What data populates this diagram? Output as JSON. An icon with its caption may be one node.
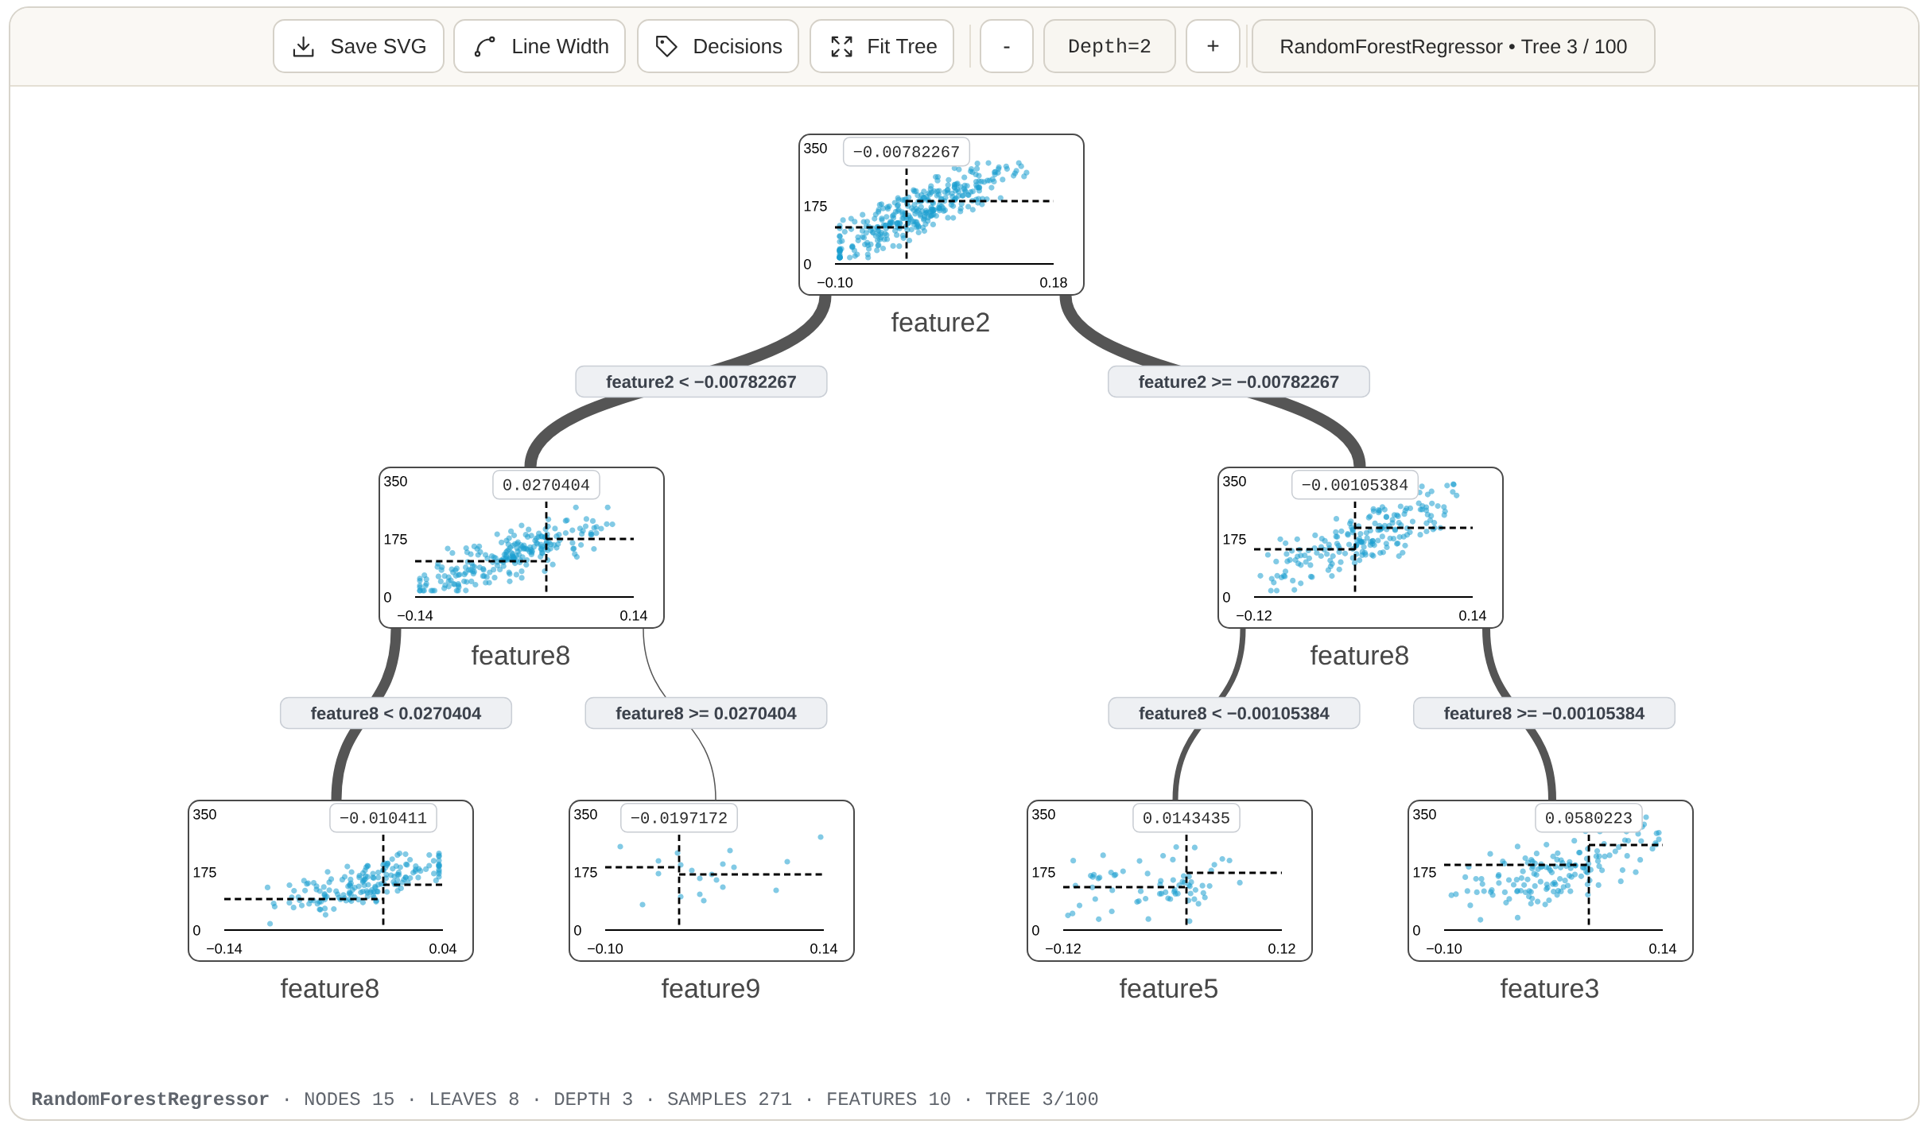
{
  "diagram": {
    "nodes": [
      {
        "text": [
          "350",
          "−0.00782267",
          "175",
          "0",
          "−0.10",
          "0.18",
          "feature2"
        ]
      },
      {
        "text": [
          "350",
          "0.0270404",
          "175",
          "0",
          "−0.14",
          "0.14",
          "feature8"
        ]
      },
      {
        "text": [
          "350",
          "−0.00105384",
          "175",
          "0",
          "−0.12",
          "0.14",
          "feature8"
        ]
      },
      {
        "text": [
          "350",
          "−0.010411",
          "175",
          "0",
          "−0.14",
          "0.04",
          "feature8"
        ]
      },
      {
        "text": [
          "350",
          "−0.0197172",
          "175",
          "0",
          "−0.10",
          "0.14",
          "feature9"
        ]
      },
      {
        "text": [
          "350",
          "0.0143435",
          "175",
          "0",
          "−0.12",
          "0.12",
          "feature5"
        ]
      },
      {
        "text": [
          "350",
          "0.0580223",
          "175",
          "0",
          "−0.10",
          "0.14",
          "feature3"
        ]
      }
    ],
    "edges": [
      {
        "from": 0,
        "to": 1,
        "arrow": "none",
        "label": "feature2 < −0.00782267"
      },
      {
        "from": 0,
        "to": 2,
        "arrow": "none",
        "label": "feature2 >= −0.00782267"
      },
      {
        "from": 1,
        "to": 3,
        "arrow": "none",
        "label": "feature8 < 0.0270404"
      },
      {
        "from": 1,
        "to": 4,
        "arrow": "none",
        "label": "feature8 >= 0.0270404"
      },
      {
        "from": 2,
        "to": 5,
        "arrow": "none",
        "label": "feature8 < −0.00105384"
      },
      {
        "from": 2,
        "to": 6,
        "arrow": "none",
        "label": "feature8 >= −0.00105384"
      }
    ],
    "labels": [
      "Save SVG",
      "Line Width",
      "Decisions",
      "Fit Tree",
      "-",
      "Depth=2",
      "+",
      "RandomForestRegressor • Tree 3 / 100",
      "**RandomForestRegressor** · NODES 15 · LEAVES 8 · DEPTH 3 · SAMPLES 271 · FEATURES 10 · TREE 3/100"
    ]
  }
}
